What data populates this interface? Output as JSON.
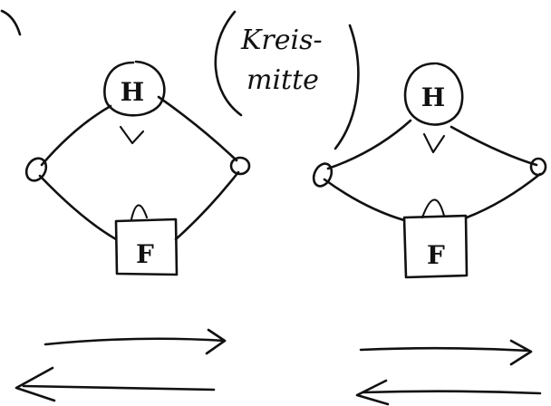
{
  "diagram": {
    "left": {
      "top_node": "H",
      "bottom_node": "F"
    },
    "right": {
      "top_node": "H",
      "bottom_node": "F"
    },
    "note": {
      "line1": "Kreis-",
      "line2": "mitte"
    }
  }
}
